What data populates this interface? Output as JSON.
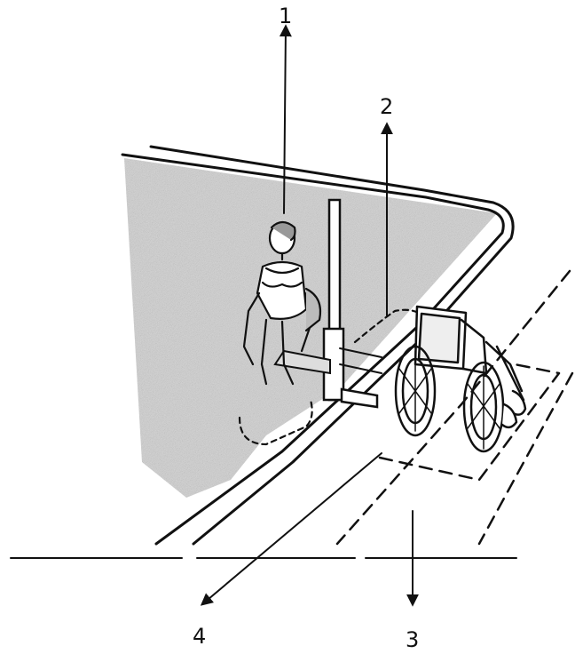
{
  "labels": {
    "l1": "1",
    "l2": "2",
    "l3": "3",
    "l4": "4"
  },
  "colors": {
    "ink": "#111111",
    "water_shade": "#bdbdbd",
    "background": "#ffffff"
  }
}
